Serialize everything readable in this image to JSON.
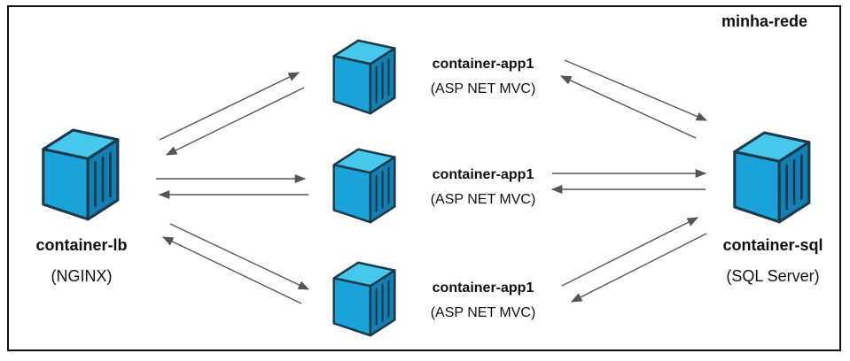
{
  "network": {
    "label": "minha-rede"
  },
  "colors": {
    "cube_top": "#45c8ec",
    "cube_front": "#1aa3d8",
    "cube_side": "#1180b4",
    "cube_stroke": "#1d3a4b",
    "arrow": "#555555"
  },
  "nodes": {
    "lb": {
      "name": "container-lb",
      "tech": "(NGINX)",
      "icon": "container-cube-icon"
    },
    "app1": {
      "name": "container-app1",
      "tech": "(ASP NET MVC)",
      "icon": "container-cube-icon"
    },
    "app2": {
      "name": "container-app1",
      "tech": "(ASP NET MVC)",
      "icon": "container-cube-icon"
    },
    "app3": {
      "name": "container-app1",
      "tech": "(ASP NET MVC)",
      "icon": "container-cube-icon"
    },
    "sql": {
      "name": "container-sql",
      "tech": "(SQL Server)",
      "icon": "container-cube-icon"
    }
  },
  "edges": [
    {
      "from": "lb",
      "to": "app1"
    },
    {
      "from": "app1",
      "to": "lb"
    },
    {
      "from": "lb",
      "to": "app2"
    },
    {
      "from": "app2",
      "to": "lb"
    },
    {
      "from": "lb",
      "to": "app3"
    },
    {
      "from": "app3",
      "to": "lb"
    },
    {
      "from": "app1",
      "to": "sql"
    },
    {
      "from": "sql",
      "to": "app1"
    },
    {
      "from": "app2",
      "to": "sql"
    },
    {
      "from": "sql",
      "to": "app2"
    },
    {
      "from": "app3",
      "to": "sql"
    },
    {
      "from": "sql",
      "to": "app3"
    }
  ]
}
